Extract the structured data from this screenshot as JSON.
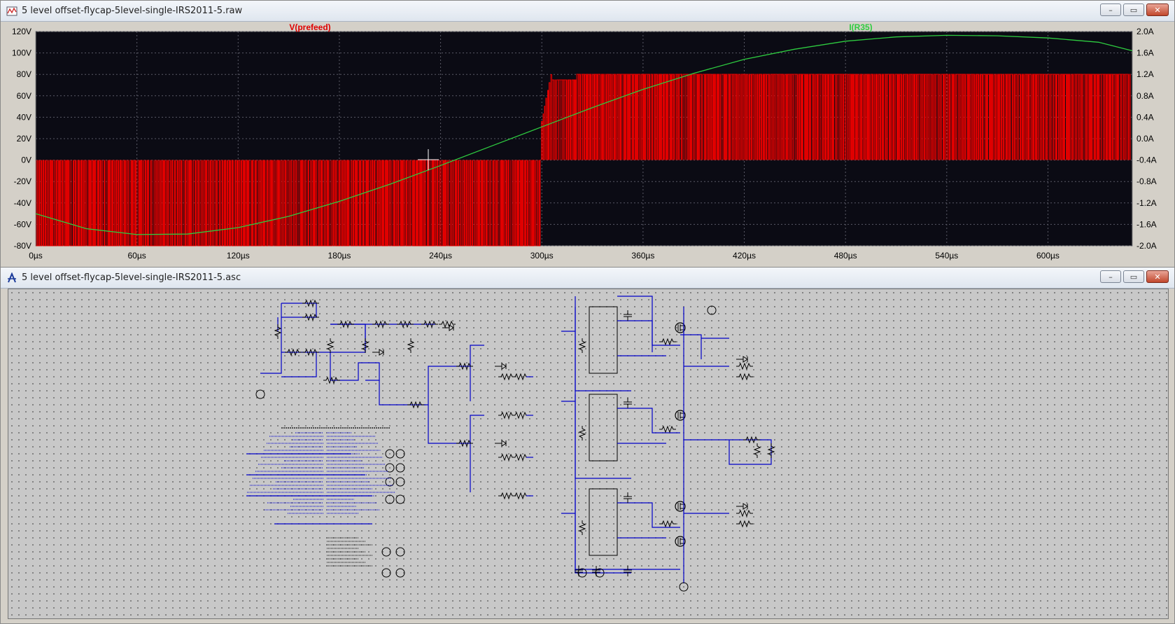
{
  "plot_window": {
    "title": "5 level offset-flycap-5level-single-IRS2011-5.raw",
    "buttons": {
      "minimize": "–",
      "maximize": "▭",
      "close": "✕"
    }
  },
  "schematic_window": {
    "title": "5 level offset-flycap-5level-single-IRS2011-5.asc",
    "buttons": {
      "minimize": "–",
      "maximize": "▭",
      "close": "✕"
    }
  },
  "colors": {
    "voltage_trace": "#e00000",
    "current_trace": "#2ecc40",
    "plot_bg": "#0b0b14",
    "wire": "#0000c8"
  },
  "chart_data": {
    "type": "line",
    "series": [
      {
        "name": "V(prefeed)",
        "color": "#e00000",
        "axis": "left",
        "pattern": "PWM switching between 0V and -80V for 0–300µs, then between 0V and 80V for 300–650µs"
      },
      {
        "name": "I(R35)",
        "color": "#2ecc40",
        "axis": "right",
        "x": [
          0,
          30,
          60,
          90,
          120,
          150,
          180,
          210,
          240,
          270,
          300,
          330,
          360,
          390,
          420,
          450,
          480,
          510,
          540,
          570,
          600,
          630,
          650
        ],
        "y": [
          -1.4,
          -1.68,
          -1.79,
          -1.78,
          -1.66,
          -1.45,
          -1.17,
          -0.85,
          -0.5,
          -0.14,
          0.22,
          0.58,
          0.92,
          1.22,
          1.48,
          1.67,
          1.82,
          1.9,
          1.93,
          1.92,
          1.88,
          1.8,
          1.64
        ]
      }
    ],
    "x_ticks": [
      "0µs",
      "60µs",
      "120µs",
      "180µs",
      "240µs",
      "300µs",
      "360µs",
      "420µs",
      "480µs",
      "540µs",
      "600µs"
    ],
    "left_ticks": [
      "120V",
      "100V",
      "80V",
      "60V",
      "40V",
      "20V",
      "0V",
      "-20V",
      "-40V",
      "-60V",
      "-80V"
    ],
    "right_ticks": [
      "2.0A",
      "1.6A",
      "1.2A",
      "0.8A",
      "0.4A",
      "0.0A",
      "-0.4A",
      "-0.8A",
      "-1.2A",
      "-1.6A",
      "-2.0A"
    ],
    "xlim": [
      0,
      650
    ],
    "ylim_left": [
      -80,
      120
    ],
    "ylim_right": [
      -2.0,
      2.0
    ],
    "grid": true
  }
}
